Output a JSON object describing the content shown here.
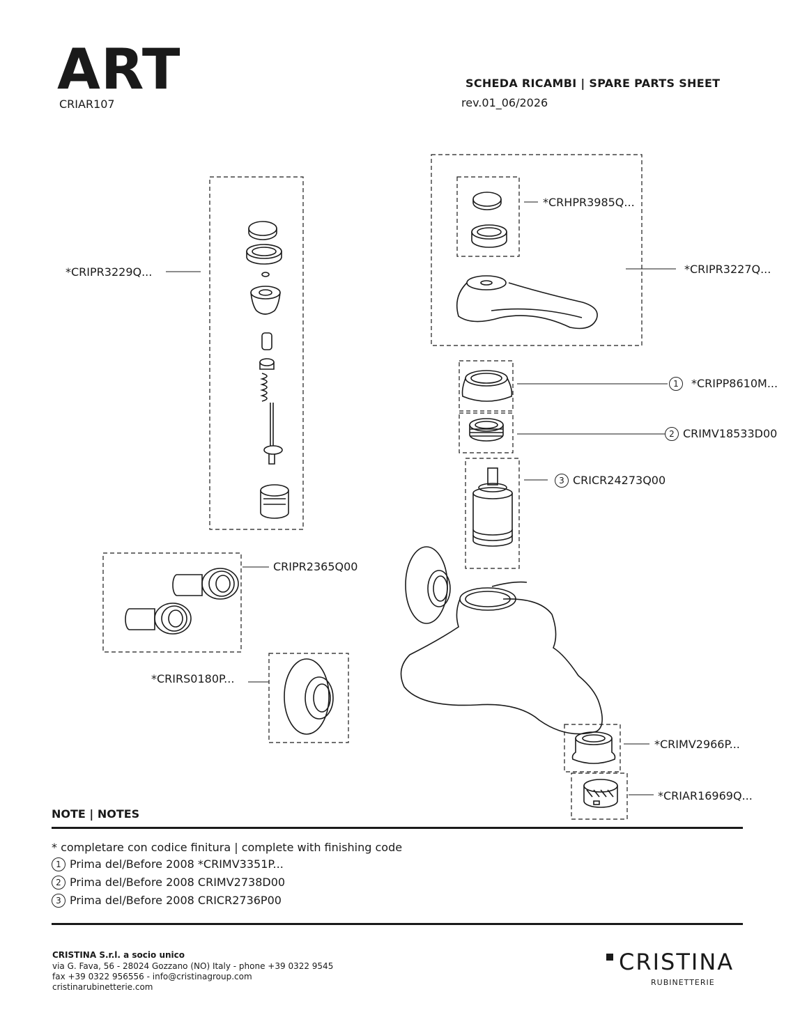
{
  "header": {
    "product_name": "ART",
    "product_code": "CRIAR107",
    "sheet_title": "SCHEDA RICAMBI | SPARE PARTS SHEET",
    "revision": "rev.01_06/2026"
  },
  "parts": {
    "left_group": "*CRIPR3229Q...",
    "cap_set": "*CRHPR3985Q...",
    "handle_group": "*CRIPR3227Q...",
    "part1": "*CRIPP8610M...",
    "part2": "CRIMV18533D00",
    "part3": "CRICR24273Q00",
    "connectors": "CRIPR2365Q00",
    "rosette": "*CRIRS0180P...",
    "spout_ring": "*CRIMV2966P...",
    "aerator": "*CRIAR16969Q..."
  },
  "markers": {
    "one": "1",
    "two": "2",
    "three": "3"
  },
  "notes": {
    "heading": "NOTE | NOTES",
    "finishing": " * completare con codice finitura  | complete with finishing code",
    "note1": "Prima del/Before 2008 *CRIMV3351P...",
    "note2": "Prima del/Before 2008 CRIMV2738D00",
    "note3": "Prima del/Before 2008 CRICR2736P00"
  },
  "footer": {
    "company": "CRISTINA S.r.l. a socio unico",
    "address": "via G. Fava, 56 - 28024 Gozzano (NO) Italy - phone +39 0322 9545",
    "contact": "fax +39 0322 956556 - info@cristinagroup.com",
    "website": "cristinarubinetterie.com",
    "brand": "CRISTINA",
    "brand_sub": "RUBINETTERIE"
  }
}
